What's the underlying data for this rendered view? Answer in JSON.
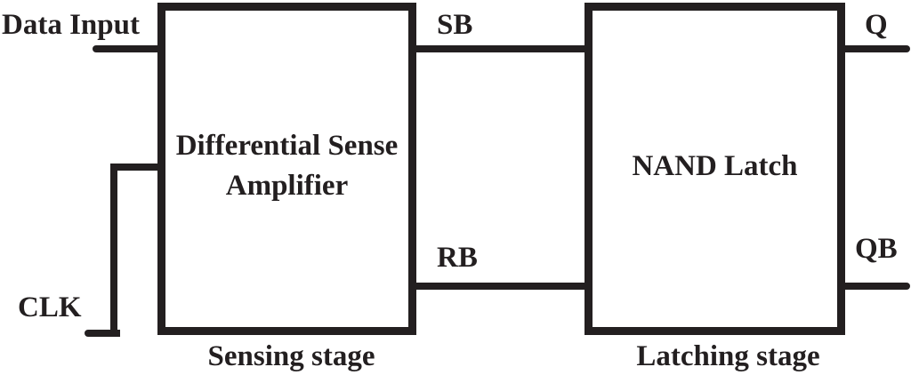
{
  "figure": {
    "background_color": "#ffffff",
    "ink_color": "#231f20",
    "blocks": {
      "sense_amp": {
        "label_line1": "Differential Sense",
        "label_line2": "Amplifier",
        "caption": "Sensing stage"
      },
      "nand_latch": {
        "label": "NAND Latch",
        "caption": "Latching stage"
      }
    },
    "ports": {
      "data_input": "Data Input",
      "clk": "CLK",
      "sb": "SB",
      "rb": "RB",
      "q": "Q",
      "qb": "QB"
    }
  }
}
